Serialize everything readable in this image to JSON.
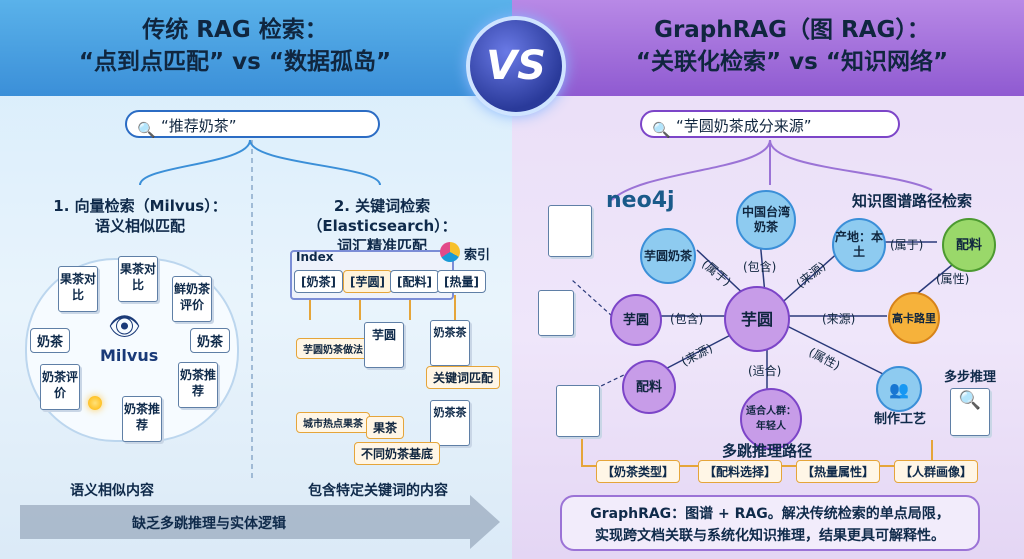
{
  "left": {
    "title_line1": "传统 RAG 检索：",
    "title_line2": "“点到点匹配” vs “数据孤岛”",
    "search_query": "“推荐奶茶”",
    "vector": {
      "heading": "1. 向量检索（Milvus）：",
      "sub": "语义相似匹配",
      "logo_text": "Milvus",
      "docs": [
        "果茶对比",
        "果茶对比",
        "鲜奶茶评价",
        "奶茶评价",
        "奶茶推荐",
        "奶茶推荐"
      ],
      "chips": [
        "奶茶",
        "奶茶"
      ],
      "caption": "语义相似内容"
    },
    "keyword": {
      "heading": "2. 关键词检索（Elasticsearch）：",
      "sub": "词汇精准匹配",
      "index_label": "Index",
      "index_tag": "索引",
      "terms": [
        "[奶茶]",
        "[芋圆]",
        "[配料]",
        "[热量]"
      ],
      "docs": [
        "芋圆奶茶做法",
        "芋圆",
        "城市热点果茶",
        "果茶",
        "奶茶茶",
        "奶茶茶"
      ],
      "callouts": [
        "关键词匹配",
        "不同奶茶基底"
      ],
      "caption": "包含特定关键词的内容"
    },
    "bottom_arrow": "缺乏多跳推理与实体逻辑"
  },
  "vs_label": "VS",
  "right": {
    "title_line1": "GraphRAG（图 RAG）：",
    "title_line2": "“关联化检索” vs “知识网络”",
    "search_query": "“芋圆奶茶成分来源”",
    "neo4j": "neo4j",
    "kg_heading": "知识图谱路径检索",
    "nodes": {
      "center": "芋圆",
      "taiwan": "中国台湾奶茶",
      "yuyuan_milk": "芋圆奶茶",
      "yuyuan_left": "芋圆",
      "peiliao_left": "配料",
      "origin": "产地：本土",
      "peiliao_right": "配料",
      "gaoka": "高卡路里",
      "youth": "适合人群：年轻人",
      "craft": "制作工艺"
    },
    "edges": [
      "(包含)",
      "(属于)",
      "(来源)",
      "(来源)",
      "(包含)",
      "(来源)",
      "(适合)",
      "(属性)",
      "(属于)",
      "(属性)"
    ],
    "multi_step": "多步推理",
    "path_title": "多跳推理路径",
    "path_steps": [
      "【奶茶类型】",
      "【配料选择】",
      "【热量属性】",
      "【人群画像】"
    ],
    "note_line1": "GraphRAG：图谱 + RAG。解决传统检索的单点局限，",
    "note_line2": "实现跨文档关联与系统化知识推理，结果更具可解释性。"
  }
}
